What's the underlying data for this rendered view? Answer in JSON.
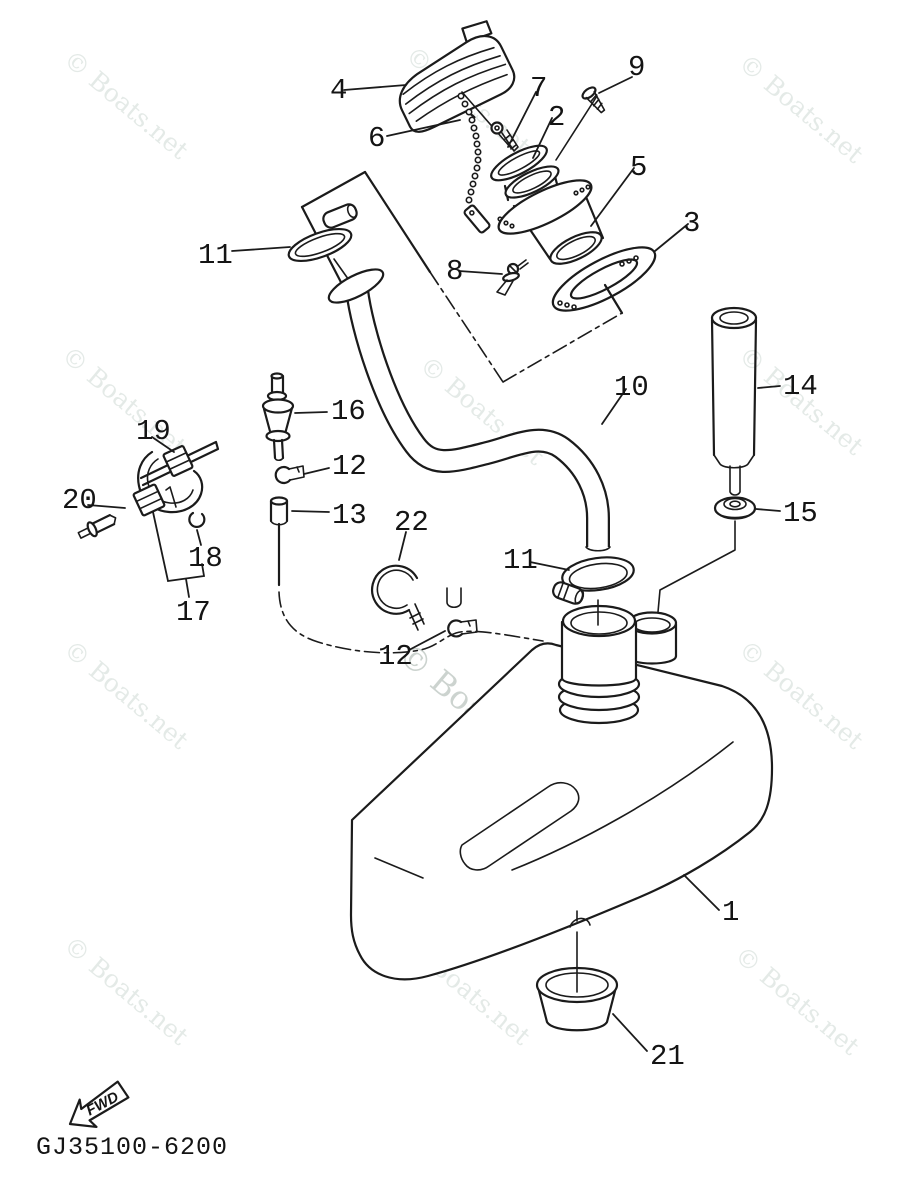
{
  "watermark": {
    "text": "© Boats.net"
  },
  "footer": {
    "part_code": "GJ35100-6200"
  },
  "fwd": {
    "label": "FWD"
  },
  "colors": {
    "line": "#1b1b1b",
    "background": "#ffffff",
    "watermark": "#e4eae7",
    "watermark_center": "#ccd3cf"
  },
  "callouts": [
    {
      "label": "4"
    },
    {
      "label": "6"
    },
    {
      "label": "7"
    },
    {
      "label": "9"
    },
    {
      "label": "2"
    },
    {
      "label": "5"
    },
    {
      "label": "3"
    },
    {
      "label": "8"
    },
    {
      "label": "11"
    },
    {
      "label": "16"
    },
    {
      "label": "19"
    },
    {
      "label": "12"
    },
    {
      "label": "13"
    },
    {
      "label": "20"
    },
    {
      "label": "18"
    },
    {
      "label": "17"
    },
    {
      "label": "22"
    },
    {
      "label": "12"
    },
    {
      "label": "11"
    },
    {
      "label": "10"
    },
    {
      "label": "14"
    },
    {
      "label": "15"
    },
    {
      "label": "1"
    },
    {
      "label": "21"
    }
  ]
}
